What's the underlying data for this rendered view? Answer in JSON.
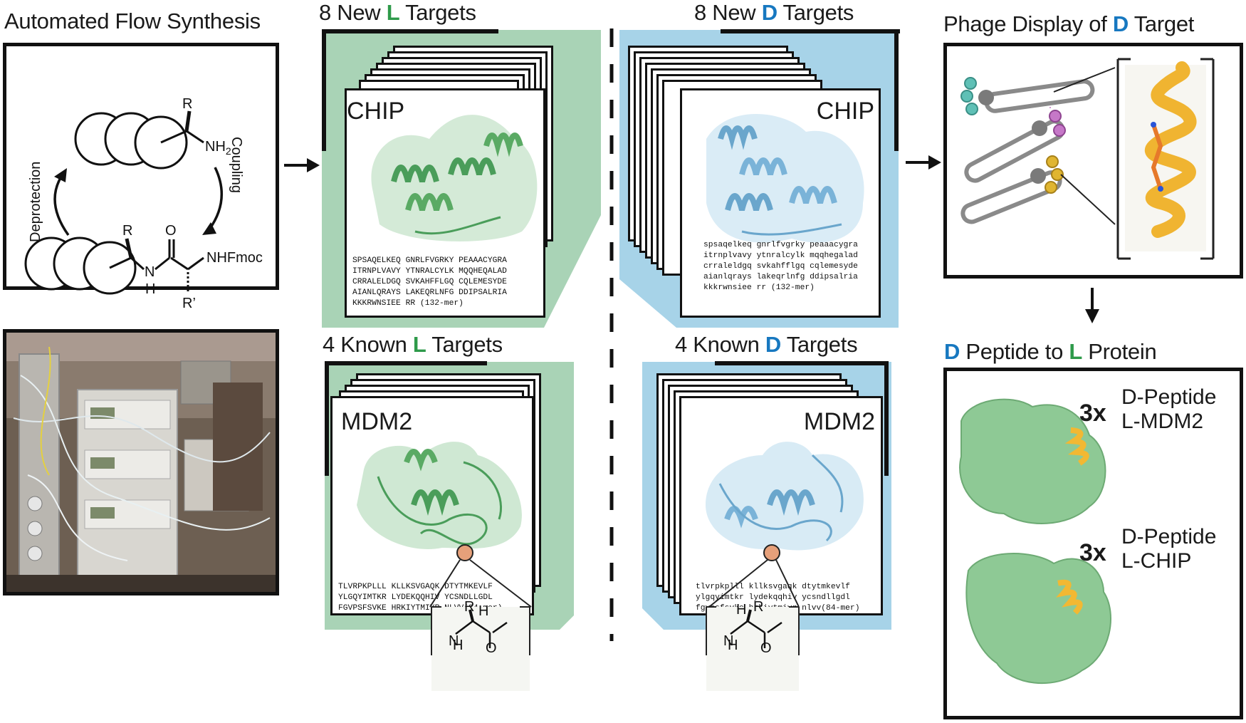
{
  "colors": {
    "green": "#2e9a4a",
    "blue": "#1778c0",
    "green_panel": "#a9d3b6",
    "blue_panel": "#a7d3e8",
    "protein_green": "#8ec995",
    "protein_blue": "#a9cfe8",
    "helix_yellow": "#f2b833"
  },
  "panels": {
    "synthesis": {
      "title": "Automated Flow Synthesis",
      "deprotection": "Deprotection",
      "coupling": "Coupling",
      "r1": "R",
      "nh2": "NH",
      "nh2_sub": "2",
      "r2": "R",
      "nhfmoc": "NHFmoc",
      "o": "O",
      "n": "N",
      "h": "H",
      "rprime": "R’"
    },
    "new_l": {
      "title_pre": "8 New ",
      "title_hl": "L",
      "title_post": " Targets",
      "card_label": "CHIP",
      "sequence": "SPSAQELKEQ GNRLFVGRKY PEAAACYGRA\nITRNPLVAVY YTNRALCYLK MQQHEQALAD\nCRRALELDGQ SVKAHFFLGQ CQLEMESYDE\nAIANLQRAYS LAKEQRLNFG DDIPSALRIA\nKKKRWNSIEE RR (132-mer)"
    },
    "new_d": {
      "title_pre": "8 New ",
      "title_hl": "D",
      "title_post": " Targets",
      "card_label": "CHIP",
      "sequence": "spsaqelkeq gnrlfvgrky peaaacygra\nitrnplvavy ytnralcylk mqqhegalad\ncrraleldgq svkahfflgq cqlemesyde\naianlqrays lakeqrlnfg ddipsalria\nkkkrwnsiee rr (132-mer)"
    },
    "known_l": {
      "title_pre": "4 Known ",
      "title_hl": "L",
      "title_post": " Targets",
      "card_label": "MDM2",
      "sequence": "TLVRPKPLLL KLLKSVGAQK DTYTMKEVLF\nYLGQYIMTKR LYDEKQQHIV YCSNDLLGDL\nFGVPSFSVKE HRKIYTMIYR NLVV(84-mer)",
      "chem_r": "R",
      "chem_h": "H",
      "chem_n": "N",
      "chem_nh_h": "H",
      "chem_o": "O"
    },
    "known_d": {
      "title_pre": "4 Known ",
      "title_hl": "D",
      "title_post": " Targets",
      "card_label": "MDM2",
      "sequence": "tlvrpkplll kllksvgaqk dtytmkevlf\nylgqyimtkr lydekqqhiv ycsndllgdl\nfgvpsfsvke hrkiytmiyr nlvv(84-mer)",
      "chem_h": "H",
      "chem_r": "R",
      "chem_n": "N",
      "chem_nh_h": "H",
      "chem_o": "O"
    },
    "phage": {
      "title_pre": "Phage Display of ",
      "title_hl": "D",
      "title_post": " Target"
    },
    "peptide": {
      "title_hl1": "D",
      "title_mid": " Peptide to ",
      "title_hl2": "L",
      "title_post": " Protein",
      "row1_factor": "3x",
      "row1_line1": "D-Peptide",
      "row1_line2": "L-MDM2",
      "row2_factor": "3x",
      "row2_line1": "D-Peptide",
      "row2_line2": "L-CHIP"
    }
  }
}
